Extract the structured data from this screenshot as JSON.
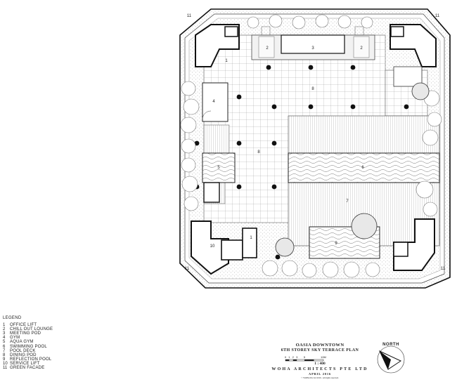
{
  "room_labels": [
    "1",
    "2",
    "3",
    "2",
    "8",
    "4",
    "5",
    "8",
    "6",
    "7",
    "9",
    "10",
    "1",
    "11",
    "11",
    "11",
    "11"
  ],
  "legend": {
    "title": "LEGEND",
    "items": [
      {
        "num": "1",
        "label": "OFFICE LIFT"
      },
      {
        "num": "2",
        "label": "CHILL OUT LOUNGE"
      },
      {
        "num": "3",
        "label": "MEETING POD"
      },
      {
        "num": "4",
        "label": "GYM"
      },
      {
        "num": "5",
        "label": "AQUA GYM"
      },
      {
        "num": "6",
        "label": "SWIMMING POOL"
      },
      {
        "num": "7",
        "label": "POOL DECK"
      },
      {
        "num": "8",
        "label": "DINING POD"
      },
      {
        "num": "9",
        "label": "REFLECTION POOL"
      },
      {
        "num": "10",
        "label": "SERVICE LIFT"
      },
      {
        "num": "11",
        "label": "GREEN FACADE"
      }
    ]
  },
  "title_block": {
    "project": "OASIA DOWNTOWN",
    "drawing": "6TH STOREY SKY TERRACE PLAN",
    "scale_ticks": [
      "0",
      "1",
      "2",
      "3",
      "5",
      "10M"
    ],
    "scale": "1 : 400",
    "firm": "WOHA ARCHITECTS PTE LTD",
    "date": "APRIL 2016",
    "copyright": "© WOHA Pte Ltd 2016 . All rights reserved."
  },
  "north": {
    "label": "NORTH"
  }
}
